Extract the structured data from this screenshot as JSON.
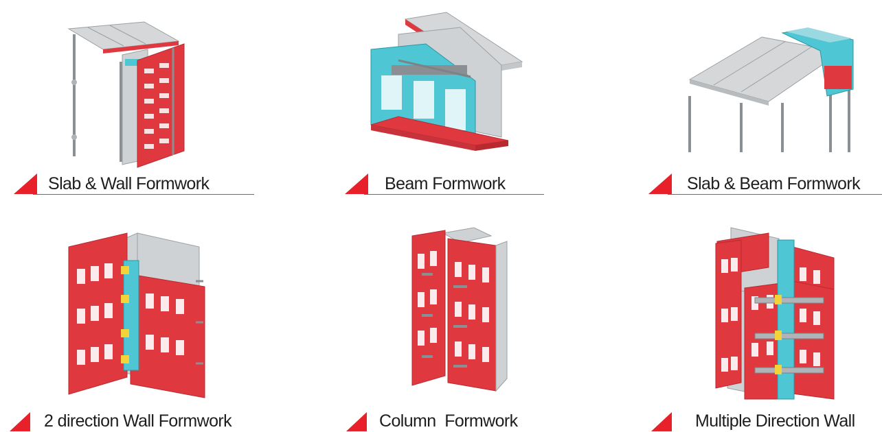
{
  "accent_color": "#e8202a",
  "panel_red": "#e0383f",
  "beam_cyan": "#4fc6d4",
  "items": [
    {
      "label": "Slab & Wall Formwork",
      "icon": "slab-wall-formwork-illustration"
    },
    {
      "label": "Beam Formwork",
      "icon": "beam-formwork-illustration"
    },
    {
      "label": "Slab & Beam Formwork",
      "icon": "slab-beam-formwork-illustration"
    },
    {
      "label": "2 direction Wall Formwork",
      "icon": "two-direction-wall-formwork-illustration"
    },
    {
      "label": "Column  Formwork",
      "icon": "column-formwork-illustration"
    },
    {
      "label": "Multiple Direction Wall",
      "icon": "multiple-direction-wall-illustration"
    }
  ]
}
